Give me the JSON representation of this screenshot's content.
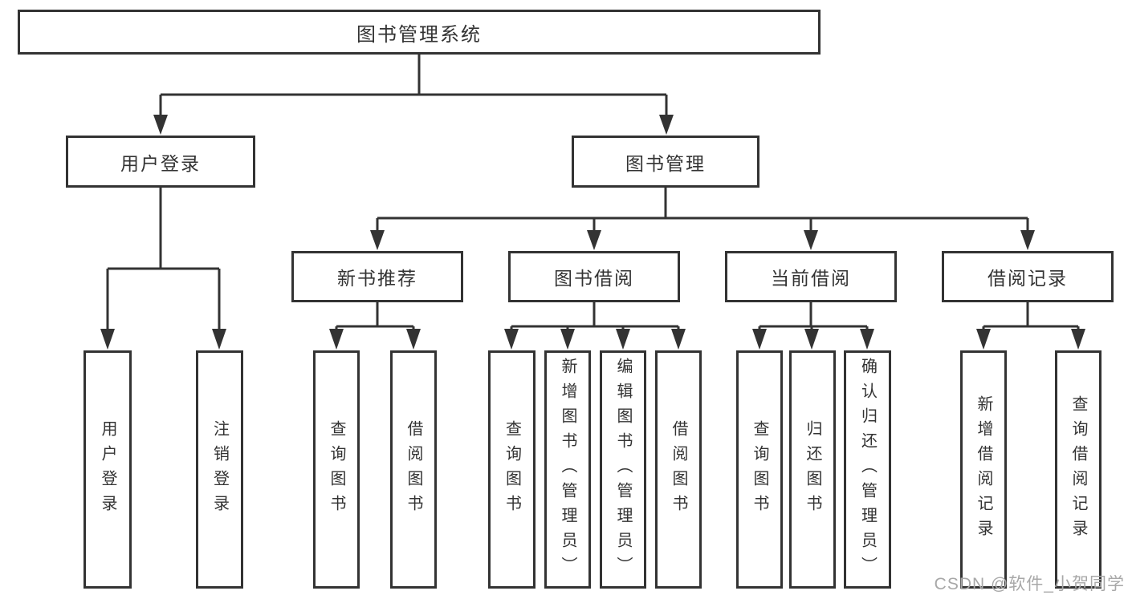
{
  "diagram": {
    "root": {
      "label": "图书管理系统"
    },
    "level2": {
      "user_login": {
        "label": "用户登录"
      },
      "book_mgmt": {
        "label": "图书管理"
      }
    },
    "level3": {
      "new_book_rec": {
        "label": "新书推荐"
      },
      "book_borrow": {
        "label": "图书借阅"
      },
      "current_borrow": {
        "label": "当前借阅"
      },
      "borrow_record": {
        "label": "借阅记录"
      }
    },
    "leaves": {
      "user_login_leaf": {
        "label": "用户登录"
      },
      "logout": {
        "label": "注销登录"
      },
      "query_book_rec": {
        "label": "查询图书"
      },
      "borrow_book_rec": {
        "label": "借阅图书"
      },
      "query_book_borrow": {
        "label": "查询图书"
      },
      "add_book_admin": {
        "label": "新增图书（管理员）"
      },
      "edit_book_admin": {
        "label": "编辑图书（管理员）"
      },
      "borrow_book_borrow": {
        "label": "借阅图书"
      },
      "query_book_current": {
        "label": "查询图书"
      },
      "return_book": {
        "label": "归还图书"
      },
      "confirm_return_admin": {
        "label": "确认归还（管理员）"
      },
      "add_borrow_record": {
        "label": "新增借阅记录"
      },
      "query_borrow_record": {
        "label": "查询借阅记录"
      }
    },
    "watermark": {
      "text": "CSDN @软件_小贺同学",
      "color": "#a8a8a8"
    },
    "colors": {
      "line": "#333333",
      "text": "#333333",
      "background": "#ffffff"
    }
  }
}
